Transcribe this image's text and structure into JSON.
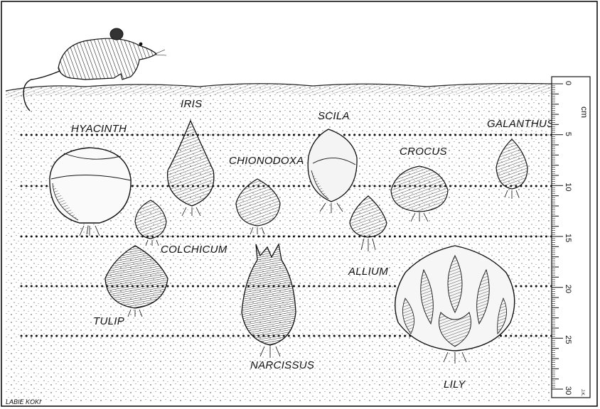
{
  "bulbs": [
    {
      "id": "hyacinth",
      "label": "HYACINTH"
    },
    {
      "id": "iris",
      "label": "IRIS"
    },
    {
      "id": "chionodoxa",
      "label": "CHIONODOXA"
    },
    {
      "id": "scila",
      "label": "SCILA"
    },
    {
      "id": "galanthus",
      "label": "GALANTHUS"
    },
    {
      "id": "crocus",
      "label": "CROCUS"
    },
    {
      "id": "colchicum",
      "label": "COLCHICUM"
    },
    {
      "id": "allium",
      "label": "ALLIUM"
    },
    {
      "id": "tulip",
      "label": "TULIP"
    },
    {
      "id": "narcissus",
      "label": "NARCISSUS"
    },
    {
      "id": "lily",
      "label": "LILY"
    }
  ],
  "ruler": {
    "unit": "cm",
    "ticks": [
      "0",
      "5",
      "10",
      "15",
      "20",
      "25",
      "30"
    ]
  },
  "signature": "LABIE KOKI",
  "ruler_mark": "J.K."
}
